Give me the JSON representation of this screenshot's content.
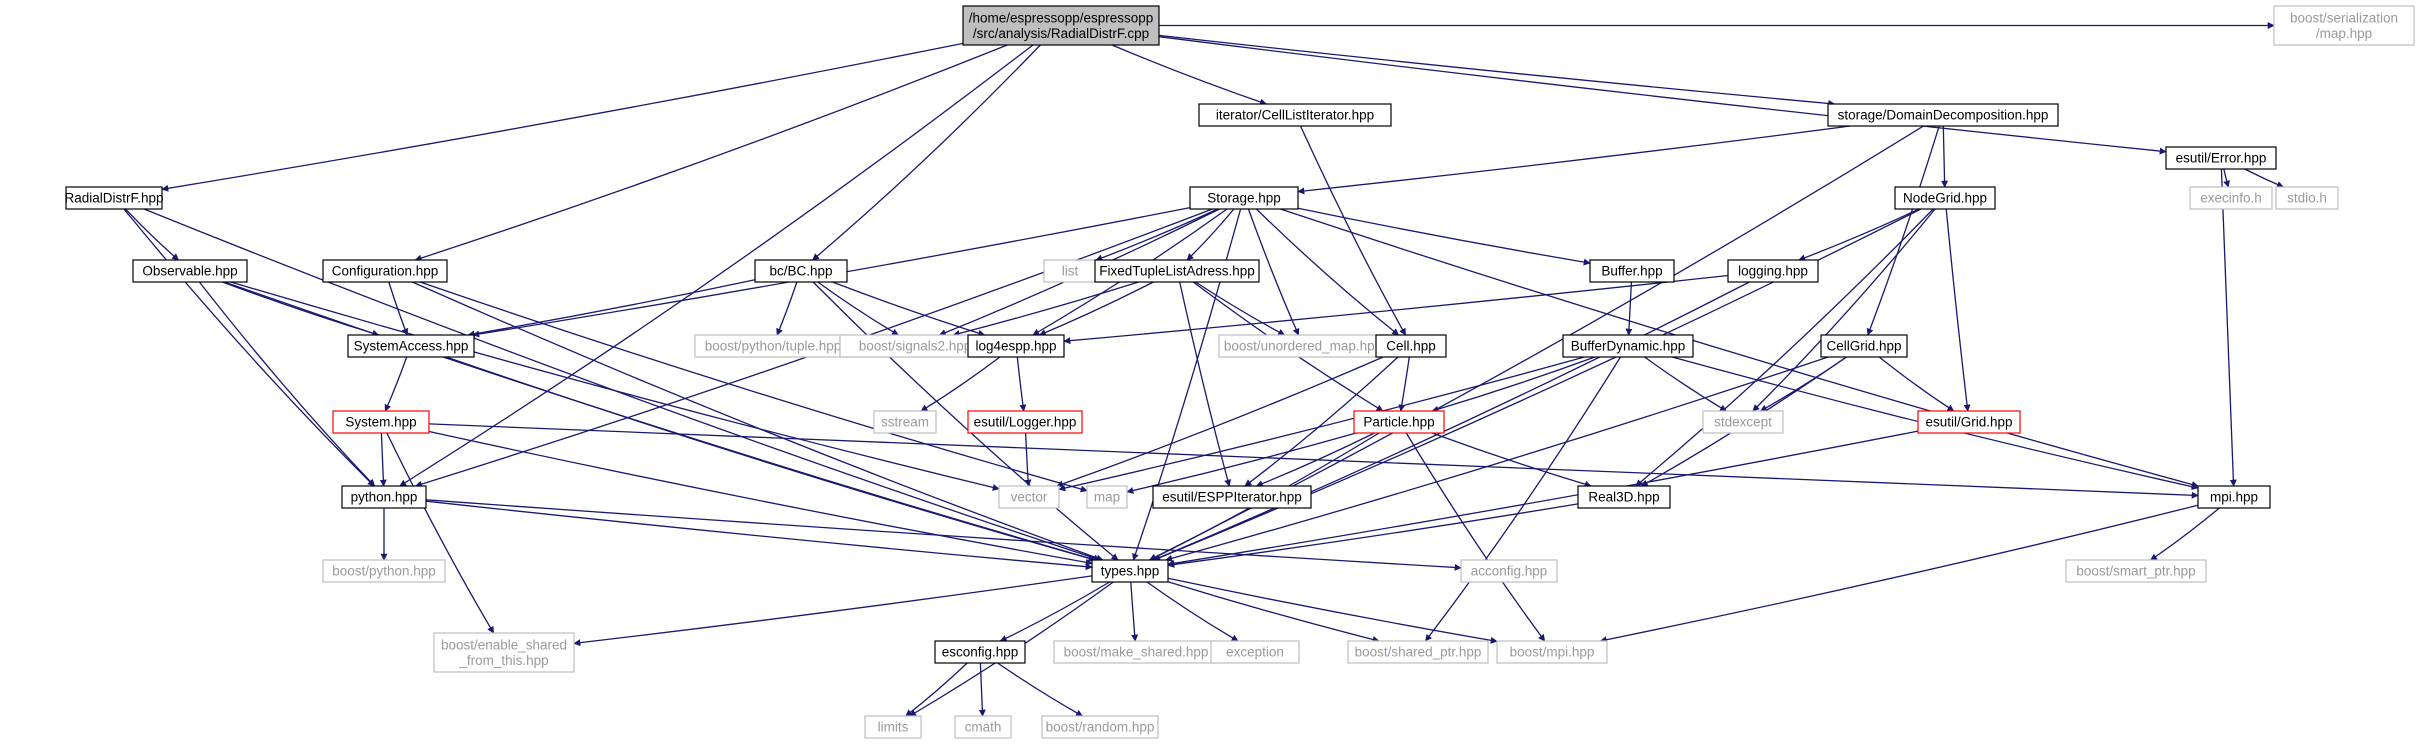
{
  "colors": {
    "edge": "#191970",
    "root_fill": "#bfbfbf",
    "box_border": "#000000",
    "external_border": "#bfbfbf",
    "truncated_border": "#ff0000"
  },
  "nodes": [
    {
      "id": "root",
      "label": [
        "/home/espressopp/espressopp",
        "/src/analysis/RadialDistrF.cpp"
      ],
      "kind": "root"
    },
    {
      "id": "radial",
      "label": [
        "RadialDistrF.hpp"
      ],
      "kind": "local"
    },
    {
      "id": "config",
      "label": [
        "Configuration.hpp"
      ],
      "kind": "local"
    },
    {
      "id": "bc",
      "label": [
        "bc/BC.hpp"
      ],
      "kind": "local"
    },
    {
      "id": "celliter",
      "label": [
        "iterator/CellListIterator.hpp"
      ],
      "kind": "local"
    },
    {
      "id": "domdec",
      "label": [
        "storage/DomainDecomposition.hpp"
      ],
      "kind": "local"
    },
    {
      "id": "error",
      "label": [
        "esutil/Error.hpp"
      ],
      "kind": "local"
    },
    {
      "id": "serialmap",
      "label": [
        "boost/serialization",
        "/map.hpp"
      ],
      "kind": "external"
    },
    {
      "id": "execinfo",
      "label": [
        "execinfo.h"
      ],
      "kind": "external"
    },
    {
      "id": "stdio",
      "label": [
        "stdio.h"
      ],
      "kind": "external"
    },
    {
      "id": "storage",
      "label": [
        "Storage.hpp"
      ],
      "kind": "local"
    },
    {
      "id": "nodegrid",
      "label": [
        "NodeGrid.hpp"
      ],
      "kind": "local"
    },
    {
      "id": "observable",
      "label": [
        "Observable.hpp"
      ],
      "kind": "local"
    },
    {
      "id": "list",
      "label": [
        "list"
      ],
      "kind": "external"
    },
    {
      "id": "ftla",
      "label": [
        "FixedTupleListAdress.hpp"
      ],
      "kind": "local"
    },
    {
      "id": "buffer",
      "label": [
        "Buffer.hpp"
      ],
      "kind": "local"
    },
    {
      "id": "logging",
      "label": [
        "logging.hpp"
      ],
      "kind": "local"
    },
    {
      "id": "systemaccess",
      "label": [
        "SystemAccess.hpp"
      ],
      "kind": "local"
    },
    {
      "id": "bptuple",
      "label": [
        "boost/python/tuple.hpp"
      ],
      "kind": "external"
    },
    {
      "id": "signals2",
      "label": [
        "boost/signals2.hpp"
      ],
      "kind": "external"
    },
    {
      "id": "log4espp",
      "label": [
        "log4espp.hpp"
      ],
      "kind": "local"
    },
    {
      "id": "umap",
      "label": [
        "boost/unordered_map.hpp"
      ],
      "kind": "external"
    },
    {
      "id": "cell",
      "label": [
        "Cell.hpp"
      ],
      "kind": "local"
    },
    {
      "id": "bufdyn",
      "label": [
        "BufferDynamic.hpp"
      ],
      "kind": "local"
    },
    {
      "id": "cellgrid",
      "label": [
        "CellGrid.hpp"
      ],
      "kind": "local"
    },
    {
      "id": "system",
      "label": [
        "System.hpp"
      ],
      "kind": "truncated"
    },
    {
      "id": "sstream",
      "label": [
        "sstream"
      ],
      "kind": "external"
    },
    {
      "id": "logger",
      "label": [
        "esutil/Logger.hpp"
      ],
      "kind": "truncated"
    },
    {
      "id": "particle",
      "label": [
        "Particle.hpp"
      ],
      "kind": "truncated"
    },
    {
      "id": "stdexcept",
      "label": [
        "stdexcept"
      ],
      "kind": "external"
    },
    {
      "id": "esgrid",
      "label": [
        "esutil/Grid.hpp"
      ],
      "kind": "truncated"
    },
    {
      "id": "python",
      "label": [
        "python.hpp"
      ],
      "kind": "local"
    },
    {
      "id": "vector",
      "label": [
        "vector"
      ],
      "kind": "external"
    },
    {
      "id": "map",
      "label": [
        "map"
      ],
      "kind": "external"
    },
    {
      "id": "esppit",
      "label": [
        "esutil/ESPPIterator.hpp"
      ],
      "kind": "local"
    },
    {
      "id": "real3d",
      "label": [
        "Real3D.hpp"
      ],
      "kind": "local"
    },
    {
      "id": "mpi",
      "label": [
        "mpi.hpp"
      ],
      "kind": "local"
    },
    {
      "id": "bpython",
      "label": [
        "boost/python.hpp"
      ],
      "kind": "external"
    },
    {
      "id": "types",
      "label": [
        "types.hpp"
      ],
      "kind": "local"
    },
    {
      "id": "acconfig",
      "label": [
        "acconfig.hpp"
      ],
      "kind": "external"
    },
    {
      "id": "smartptr",
      "label": [
        "boost/smart_ptr.hpp"
      ],
      "kind": "external"
    },
    {
      "id": "enableshared",
      "label": [
        "boost/enable_shared",
        "_from_this.hpp"
      ],
      "kind": "external"
    },
    {
      "id": "esconfig",
      "label": [
        "esconfig.hpp"
      ],
      "kind": "local"
    },
    {
      "id": "makeshared",
      "label": [
        "boost/make_shared.hpp"
      ],
      "kind": "external"
    },
    {
      "id": "exception",
      "label": [
        "exception"
      ],
      "kind": "external"
    },
    {
      "id": "sharedptr",
      "label": [
        "boost/shared_ptr.hpp"
      ],
      "kind": "external"
    },
    {
      "id": "bmpi",
      "label": [
        "boost/mpi.hpp"
      ],
      "kind": "external"
    },
    {
      "id": "limits",
      "label": [
        "limits"
      ],
      "kind": "external"
    },
    {
      "id": "cmath",
      "label": [
        "cmath"
      ],
      "kind": "external"
    },
    {
      "id": "random",
      "label": [
        "boost/random.hpp"
      ],
      "kind": "external"
    }
  ],
  "edges": [
    [
      "root",
      "radial"
    ],
    [
      "root",
      "config"
    ],
    [
      "root",
      "bc"
    ],
    [
      "root",
      "celliter"
    ],
    [
      "root",
      "domdec"
    ],
    [
      "root",
      "error"
    ],
    [
      "root",
      "serialmap"
    ],
    [
      "root",
      "python"
    ],
    [
      "error",
      "execinfo"
    ],
    [
      "error",
      "stdio"
    ],
    [
      "error",
      "mpi"
    ],
    [
      "domdec",
      "storage"
    ],
    [
      "domdec",
      "nodegrid"
    ],
    [
      "domdec",
      "cellgrid"
    ],
    [
      "domdec",
      "types"
    ],
    [
      "celliter",
      "cell"
    ],
    [
      "radial",
      "observable"
    ],
    [
      "radial",
      "python"
    ],
    [
      "radial",
      "types"
    ],
    [
      "observable",
      "systemaccess"
    ],
    [
      "observable",
      "python"
    ],
    [
      "observable",
      "types"
    ],
    [
      "observable",
      "vector"
    ],
    [
      "config",
      "systemaccess"
    ],
    [
      "config",
      "types"
    ],
    [
      "config",
      "map"
    ],
    [
      "bc",
      "systemaccess"
    ],
    [
      "bc",
      "bptuple"
    ],
    [
      "bc",
      "signals2"
    ],
    [
      "bc",
      "log4espp"
    ],
    [
      "bc",
      "types"
    ],
    [
      "storage",
      "list"
    ],
    [
      "storage",
      "ftla"
    ],
    [
      "storage",
      "buffer"
    ],
    [
      "storage",
      "signals2"
    ],
    [
      "storage",
      "log4espp"
    ],
    [
      "storage",
      "umap"
    ],
    [
      "storage",
      "cell"
    ],
    [
      "storage",
      "types"
    ],
    [
      "storage",
      "mpi"
    ],
    [
      "storage",
      "systemaccess"
    ],
    [
      "storage",
      "python"
    ],
    [
      "ftla",
      "signals2"
    ],
    [
      "ftla",
      "log4espp"
    ],
    [
      "ftla",
      "umap"
    ],
    [
      "ftla",
      "particle"
    ],
    [
      "ftla",
      "esppit"
    ],
    [
      "buffer",
      "bufdyn"
    ],
    [
      "nodegrid",
      "logging"
    ],
    [
      "nodegrid",
      "stdexcept"
    ],
    [
      "nodegrid",
      "esgrid"
    ],
    [
      "nodegrid",
      "real3d"
    ],
    [
      "nodegrid",
      "types"
    ],
    [
      "logging",
      "log4espp"
    ],
    [
      "logging",
      "types"
    ],
    [
      "systemaccess",
      "system"
    ],
    [
      "systemaccess",
      "types"
    ],
    [
      "log4espp",
      "sstream"
    ],
    [
      "log4espp",
      "logger"
    ],
    [
      "logger",
      "vector"
    ],
    [
      "cell",
      "particle"
    ],
    [
      "cell",
      "esppit"
    ],
    [
      "cell",
      "vector"
    ],
    [
      "bufdyn",
      "particle"
    ],
    [
      "bufdyn",
      "stdexcept"
    ],
    [
      "bufdyn",
      "mpi"
    ],
    [
      "bufdyn",
      "vector"
    ],
    [
      "bufdyn",
      "sharedptr"
    ],
    [
      "cellgrid",
      "stdexcept"
    ],
    [
      "cellgrid",
      "esgrid"
    ],
    [
      "cellgrid",
      "real3d"
    ],
    [
      "cellgrid",
      "types"
    ],
    [
      "esgrid",
      "types"
    ],
    [
      "system",
      "python"
    ],
    [
      "system",
      "types"
    ],
    [
      "system",
      "mpi"
    ],
    [
      "system",
      "enableshared"
    ],
    [
      "particle",
      "map"
    ],
    [
      "particle",
      "esppit"
    ],
    [
      "particle",
      "real3d"
    ],
    [
      "particle",
      "types"
    ],
    [
      "particle",
      "bmpi"
    ],
    [
      "real3d",
      "types"
    ],
    [
      "python",
      "bpython"
    ],
    [
      "python",
      "types"
    ],
    [
      "python",
      "acconfig"
    ],
    [
      "mpi",
      "smartptr"
    ],
    [
      "mpi",
      "bmpi"
    ],
    [
      "types",
      "enableshared"
    ],
    [
      "types",
      "esconfig"
    ],
    [
      "types",
      "makeshared"
    ],
    [
      "types",
      "exception"
    ],
    [
      "types",
      "sharedptr"
    ],
    [
      "types",
      "bmpi"
    ],
    [
      "types",
      "limits"
    ],
    [
      "esconfig",
      "limits"
    ],
    [
      "esconfig",
      "cmath"
    ],
    [
      "esconfig",
      "random"
    ]
  ]
}
